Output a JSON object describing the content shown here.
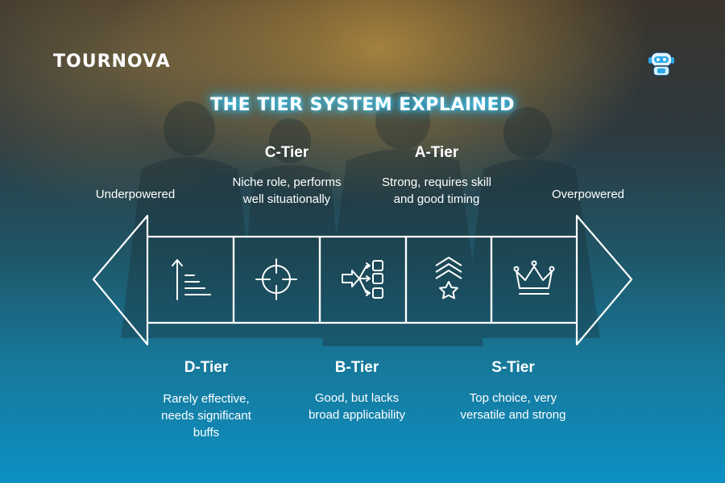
{
  "brand": {
    "name": "TOURNOVA",
    "mascot_icon": "robot-mascot-icon"
  },
  "title": "THE TIER SYSTEM EXPLAINED",
  "scale": {
    "left_label": "Underpowered",
    "right_label": "Overpowered"
  },
  "tiers": [
    {
      "name": "D-Tier",
      "description_lines": [
        "Rarely effective,",
        "needs significant",
        "buffs"
      ],
      "icon": "ascending-bars-icon"
    },
    {
      "name": "C-Tier",
      "description_lines": [
        "Niche role, performs",
        "well situationally"
      ],
      "icon": "crosshair-icon"
    },
    {
      "name": "B-Tier",
      "description_lines": [
        "Good, but lacks",
        "broad applicability"
      ],
      "icon": "distribution-icon"
    },
    {
      "name": "A-Tier",
      "description_lines": [
        "Strong, requires skill",
        "and good timing"
      ],
      "icon": "rank-chevron-star-icon"
    },
    {
      "name": "S-Tier",
      "description_lines": [
        "Top choice, very",
        "versatile and strong"
      ],
      "icon": "crown-icon"
    }
  ],
  "colors": {
    "title_glow": "#22b8ff",
    "arrow_stroke": "#ffffff",
    "background_bottom": "#0c90c4"
  }
}
